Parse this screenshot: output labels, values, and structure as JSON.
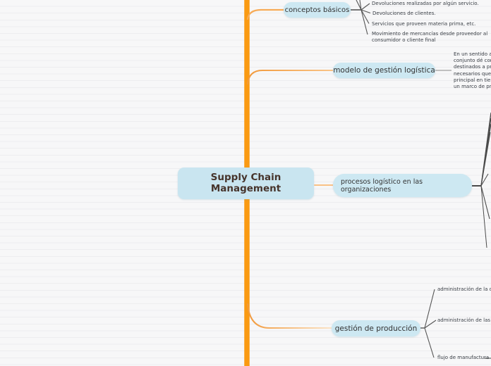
{
  "title": "Supply Chain Management mind map",
  "colors": {
    "background": "#f7f7f8",
    "ruled_line": "#ededef",
    "trunk_orange": "#fa9a12",
    "branch_orange": "#f7ab57",
    "branch_pale": "#fbe4c8",
    "node_fill": "#cde8f2",
    "node_text": "#333333",
    "center_text": "#46342c",
    "connector_gray": "#555555",
    "child_text": "#3a3f46"
  },
  "center": {
    "label_lines": [
      "Supply Chain",
      "Management"
    ]
  },
  "branches": [
    {
      "label": "conceptos básicos",
      "children": [
        "Devoluciones realizadas por algún servicio.",
        "Devoluciones de clientes.",
        "Servicios que proveen materia prima, etc.",
        "Movimiento de mercancías desde proveedor al consumidor o cliente final"
      ]
    },
    {
      "label": "modelo de gestión logística",
      "note_lines": [
        "En un sentido ar",
        "conjunto dé con",
        "destinados a pre",
        "necesarios que p",
        "principal en tiem",
        "un marco de pro"
      ]
    },
    {
      "label": "procesos logístico en las organizaciones"
    },
    {
      "label": "gestión de producción",
      "children": [
        "administración de la de",
        "administración de las re",
        "flujo de manufactura"
      ]
    }
  ]
}
